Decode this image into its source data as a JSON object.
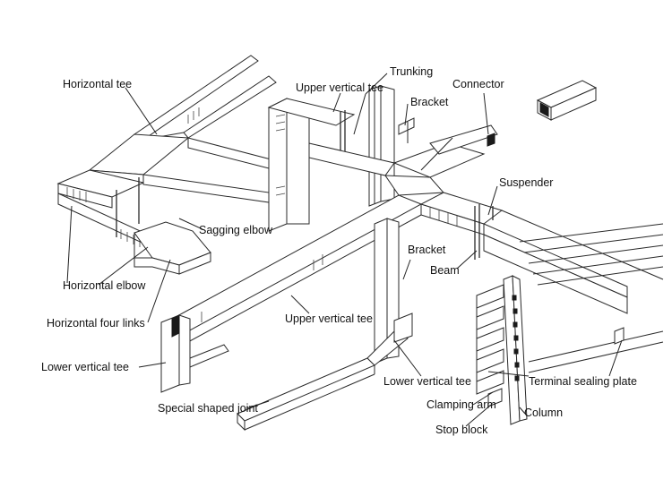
{
  "labels": {
    "horizontal_tee": "Horizontal tee",
    "trunking": "Trunking",
    "upper_vertical_tee_top": "Upper vertical tee",
    "connector": "Connector",
    "bracket_top": "Bracket",
    "suspender": "Suspender",
    "sagging_elbow": "Sagging elbow",
    "bracket_mid": "Bracket",
    "beam": "Beam",
    "horizontal_elbow": "Horizontal elbow",
    "upper_vertical_tee_mid": "Upper vertical tee",
    "horizontal_four_links": "Horizontal four links",
    "lower_vertical_tee_left": "Lower vertical tee",
    "lower_vertical_tee_right": "Lower vertical tee",
    "terminal_sealing_plate": "Terminal sealing plate",
    "special_shaped_joint": "Special shaped joint",
    "clamping_arm": "Clamping arm",
    "column": "Column",
    "stop_block": "Stop block"
  }
}
